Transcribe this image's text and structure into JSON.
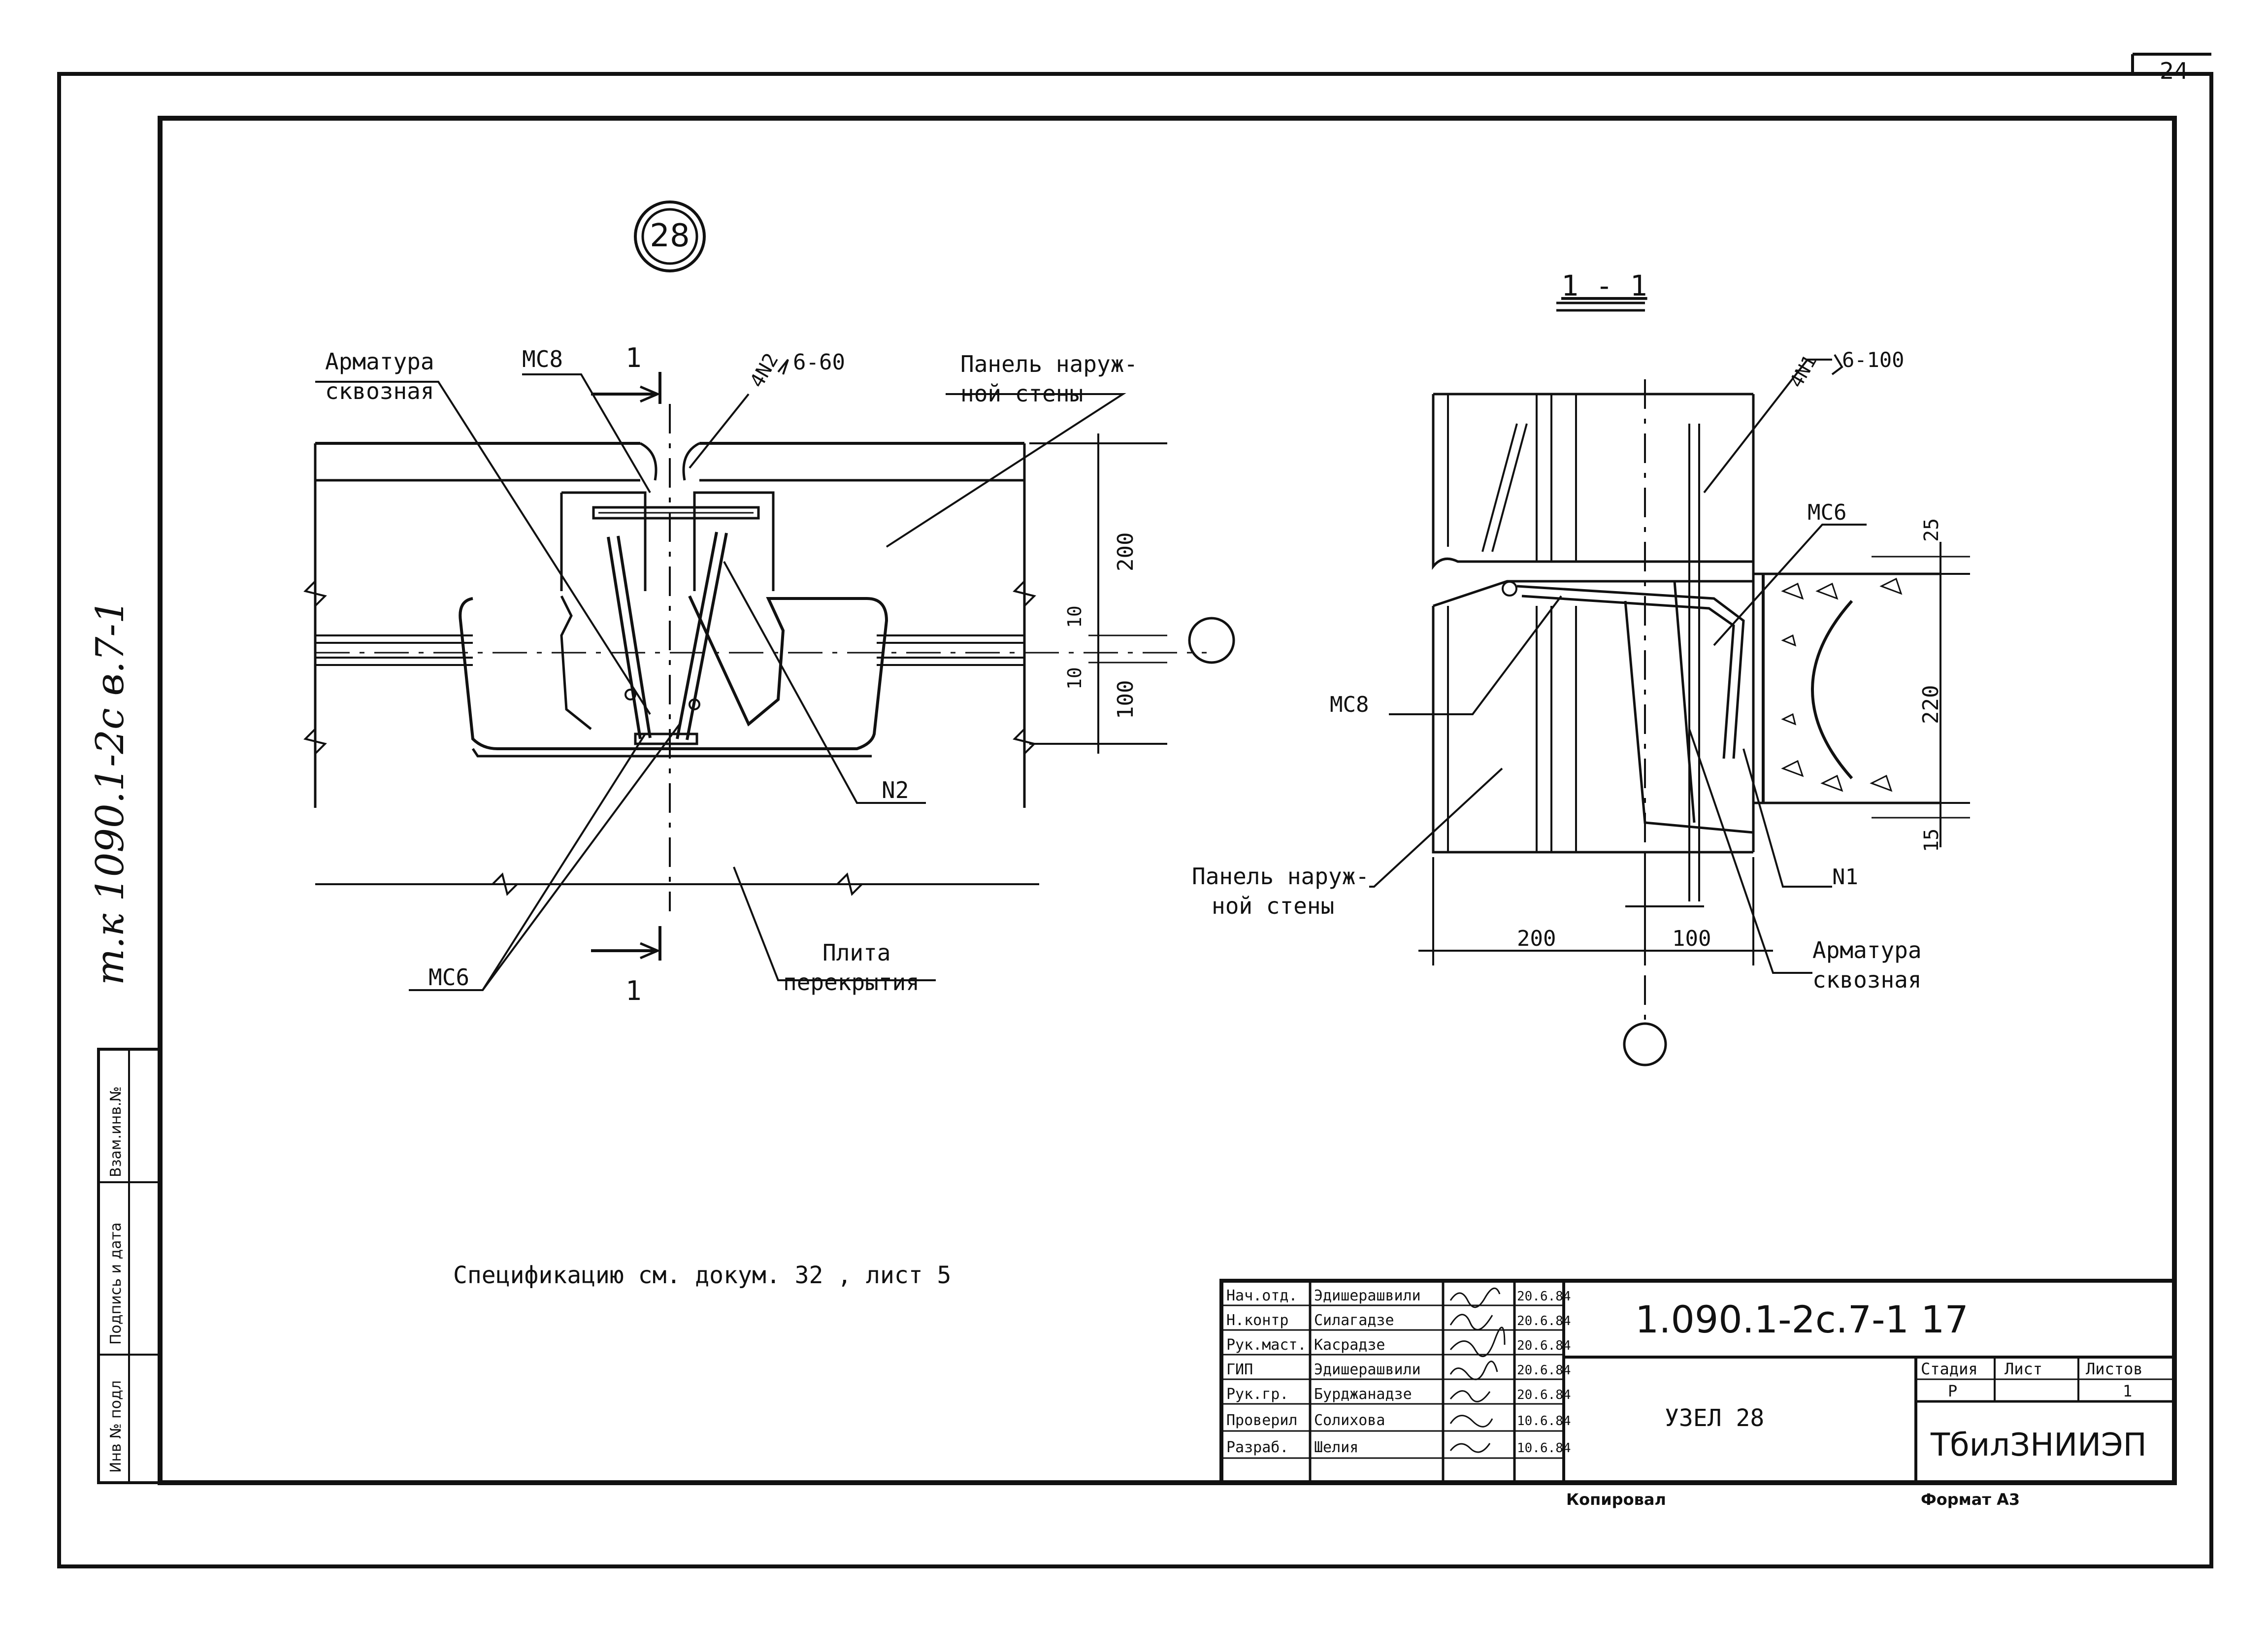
{
  "sheet_number": "24",
  "side_code": "т.к 1090.1-2с  в.7-1",
  "node_marker": "28",
  "section_label": "1 - 1",
  "cut_mark": "1",
  "left_view": {
    "callout_armatura_1": "Арматура",
    "callout_armatura_2": "сквозная",
    "callout_mc8": "МС8",
    "callout_4n2": "4N2",
    "callout_weld": "6-60",
    "callout_panel_1": "Панель наруж-",
    "callout_panel_2": "ной стены",
    "callout_n2": "N2",
    "callout_mc6": "МС6",
    "callout_slab_1": "Плита",
    "callout_slab_2": "перекрытия",
    "dim_200": "200",
    "dim_10a": "10",
    "dim_10b": "10",
    "dim_100": "100"
  },
  "right_view": {
    "callout_4n1": "4N1",
    "callout_weld": "6-100",
    "callout_mc6": "МС6",
    "callout_mc8": "МС8",
    "callout_panel_1": "Панель наруж-",
    "callout_panel_2": "ной стены",
    "callout_n1": "N1",
    "callout_armatura_1": "Арматура",
    "callout_armatura_2": "сквозная",
    "dim_25": "25",
    "dim_220": "220",
    "dim_15": "15",
    "dim_200": "200",
    "dim_100": "100"
  },
  "note": "Спецификацию см. докум. 32 , лист 5",
  "left_stamp": {
    "inv_podl": "Инв № подл",
    "podpis_data": "Подпись и дата",
    "vzam_inv": "Взам.инв.№"
  },
  "title_block": {
    "code": "1.090.1-2с.7-1   17",
    "title": "УЗЕЛ 28",
    "org": "ТбилЗНИИЭП",
    "stage_h": "Стадия",
    "sheet_h": "Лист",
    "sheets_h": "Листов",
    "stage_v": "Р",
    "sheet_v": "",
    "sheets_v": "1",
    "copied": "Копировал",
    "format": "Формат А3",
    "rows": [
      {
        "role": "Нач.отд.",
        "name": "Эдишерашвили",
        "date": "20.6.84"
      },
      {
        "role": "Н.контр",
        "name": "Силагадзе",
        "date": "20.6.84"
      },
      {
        "role": "Рук.маст.",
        "name": "Касрадзе",
        "date": "20.6.84"
      },
      {
        "role": "ГИП",
        "name": "Эдишерашвили",
        "date": "20.6.84"
      },
      {
        "role": "Рук.гр.",
        "name": "Бурджанадзе",
        "date": "20.6.84"
      },
      {
        "role": "Проверил",
        "name": "Солихова",
        "date": "10.6.84"
      },
      {
        "role": "Разраб.",
        "name": "Шелия",
        "date": "10.6.84"
      }
    ]
  }
}
